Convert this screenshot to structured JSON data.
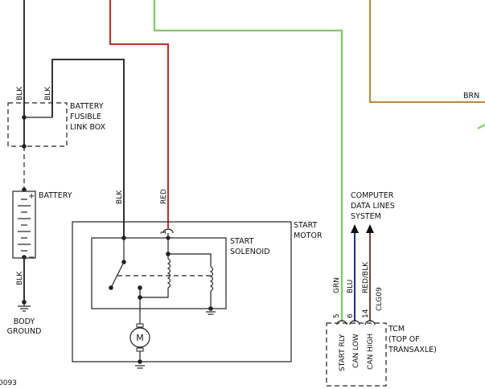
{
  "colors": {
    "black": "#333333",
    "red": "#d42a20",
    "green": "#66dd44",
    "brown": "#c08a30",
    "blue": "#1f2fa8",
    "red_black": "#8a3a34"
  },
  "wires": {
    "blk_top_left": "BLK",
    "blk_top_right": "BLK",
    "blk_motor": "BLK",
    "red_motor": "RED",
    "blk_battery": "BLK",
    "brn": "BRN",
    "grn": "GRN",
    "blu": "BLU",
    "red_blk": "RED/BLK",
    "clg09": "CLG09"
  },
  "components": {
    "fusible_link": [
      "BATTERY",
      "FUSIBLE",
      "LINK BOX"
    ],
    "battery": "BATTERY",
    "body_ground": [
      "BODY",
      "GROUND"
    ],
    "start_motor": [
      "START",
      "MOTOR"
    ],
    "start_solenoid": [
      "START",
      "SOLENOID"
    ],
    "motor_symbol": "M",
    "computer_data": [
      "COMPUTER",
      "DATA LINES",
      "SYSTEM"
    ],
    "tcm": [
      "TCM",
      "(TOP OF",
      "TRANSAXLE)"
    ]
  },
  "pins": {
    "solenoid_pin": "1",
    "tcm_pin_start": "5",
    "tcm_pin_can_low": "6",
    "tcm_pin_can_high": "14"
  },
  "tcm_pins": {
    "start_rly": "START RLY",
    "can_low": "CAN LOW",
    "can_high": "CAN HIGH"
  },
  "battery_signs": {
    "plus": "+",
    "minus": "−"
  },
  "figure_id": "0093"
}
